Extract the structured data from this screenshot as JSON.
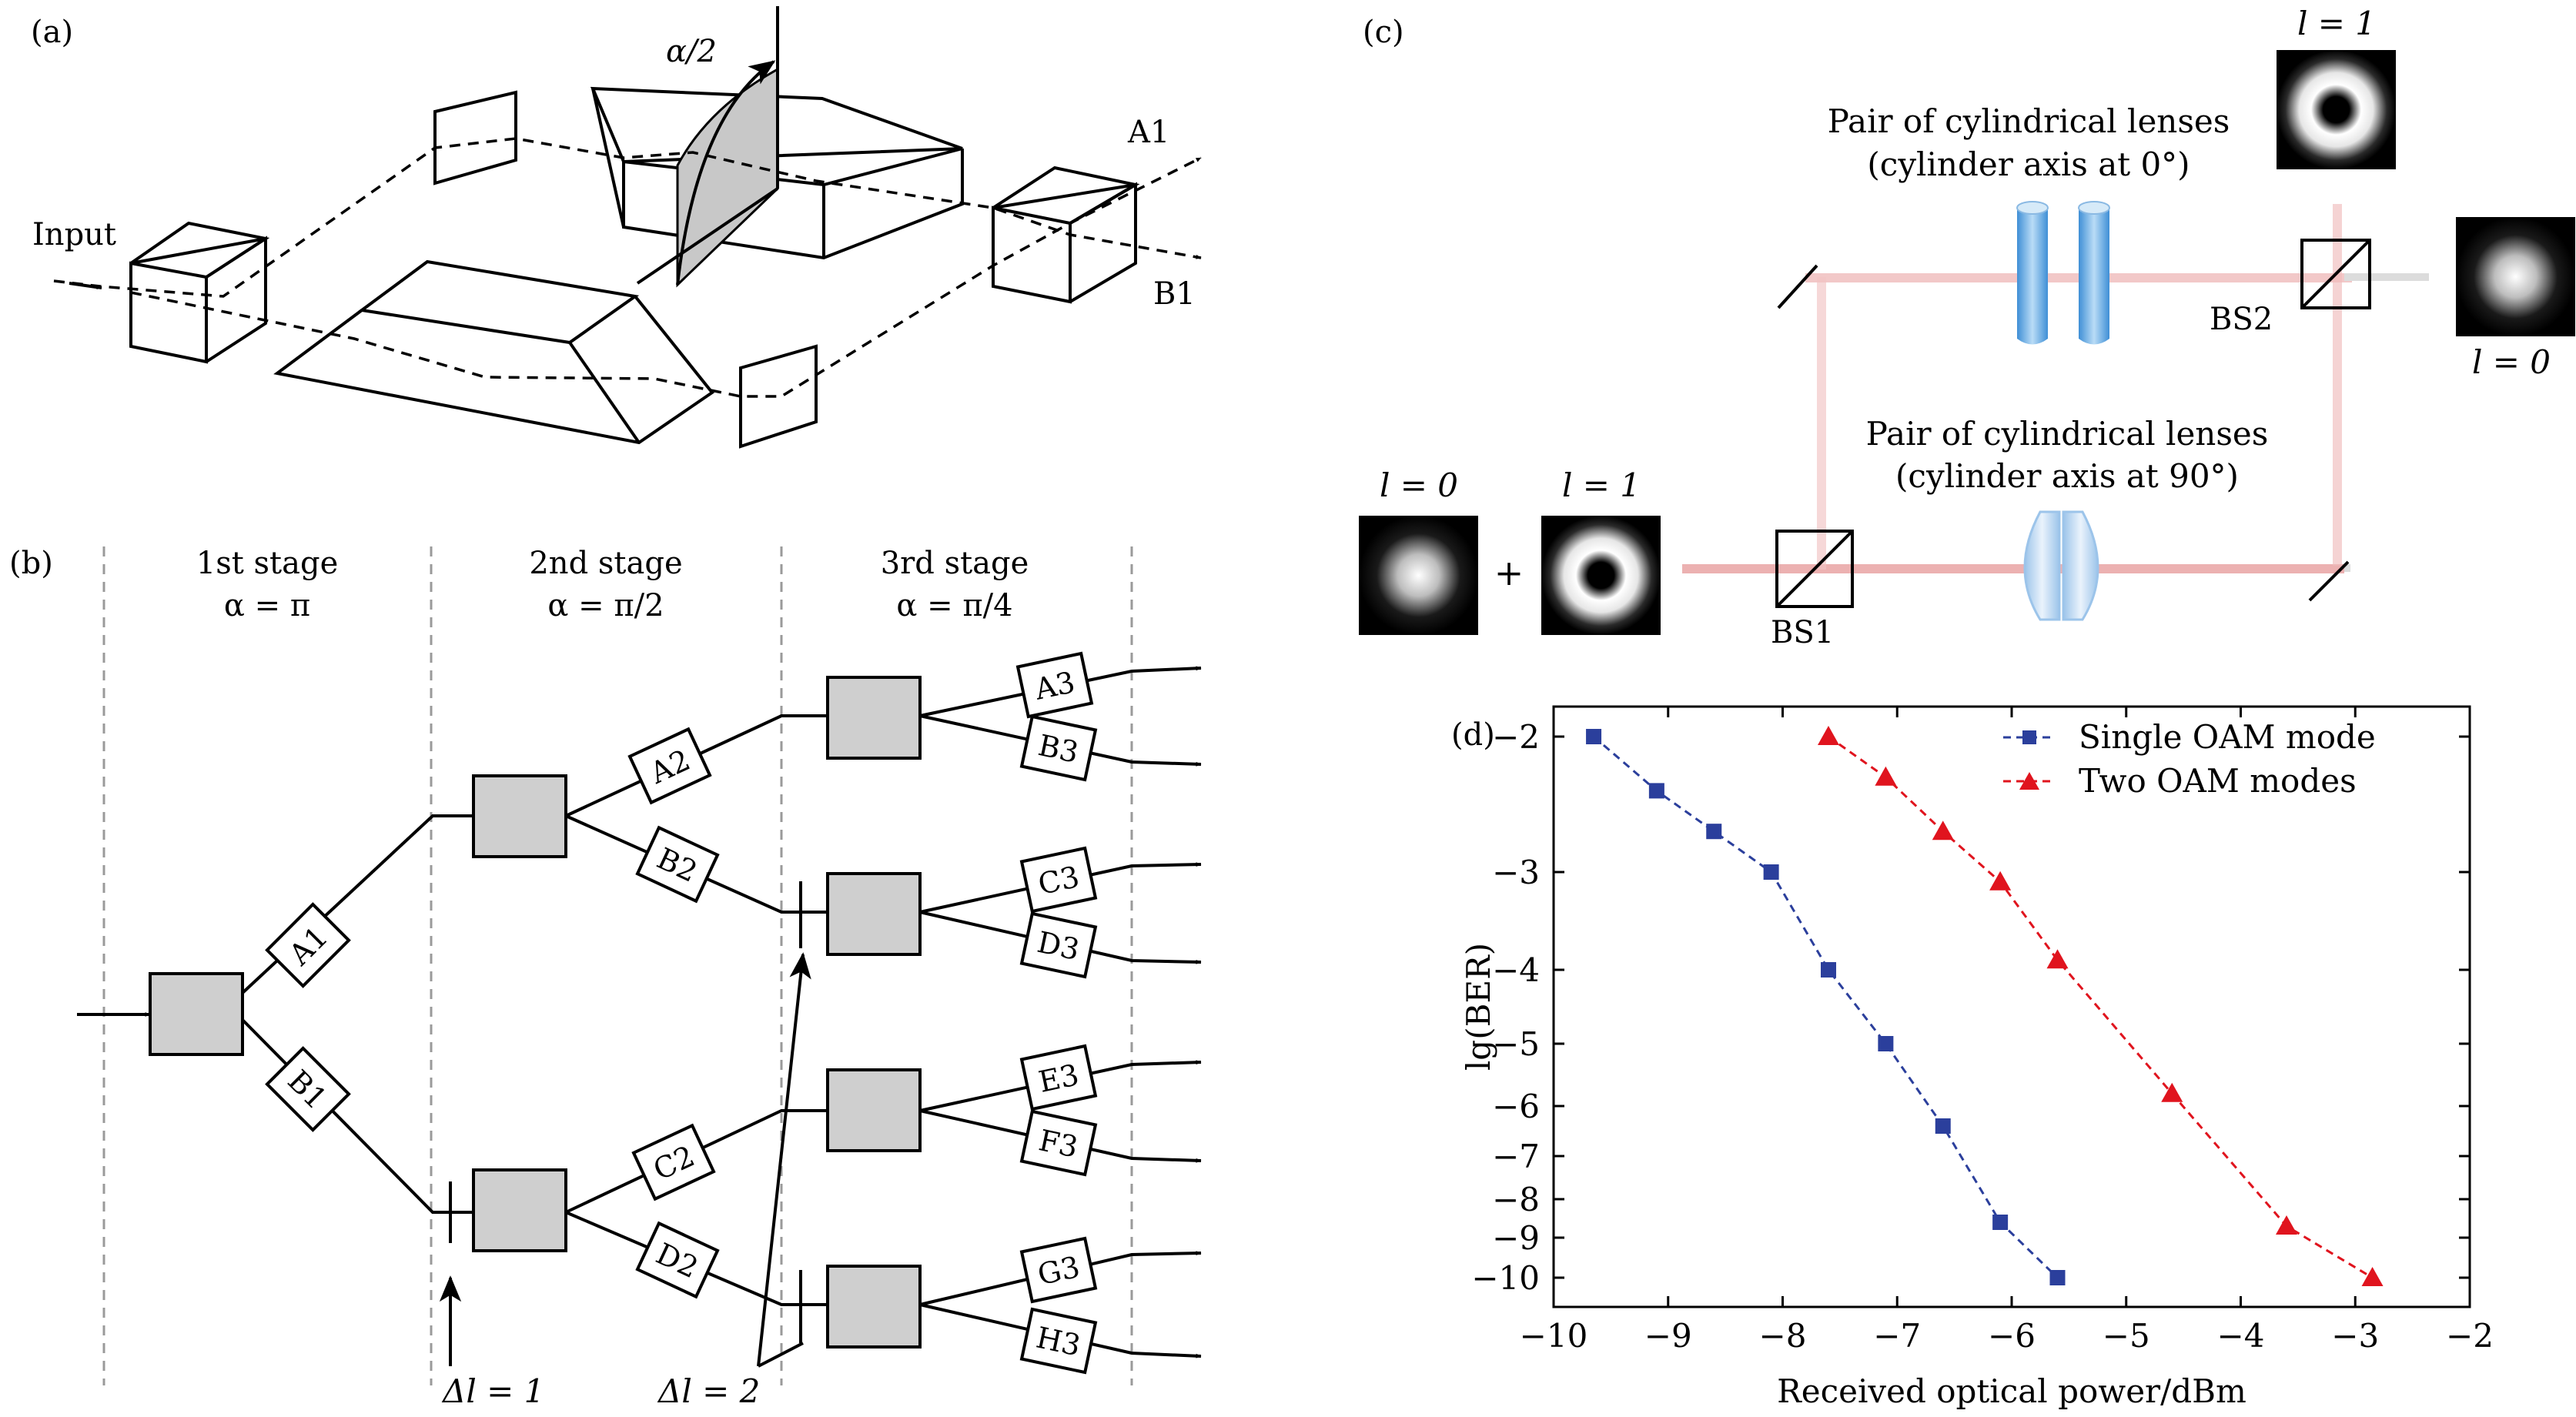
{
  "panel_a": {
    "label": "(a)",
    "input_label": "Input",
    "alpha_label": "α/2",
    "output_a": "A1",
    "output_b": "B1"
  },
  "panel_b": {
    "label": "(b)",
    "stages": [
      {
        "name": "1st  stage",
        "alpha": "α = π"
      },
      {
        "name": "2nd  stage",
        "alpha": "α = π/2"
      },
      {
        "name": "3rd  stage",
        "alpha": "α = π/4"
      }
    ],
    "stage1_outputs": [
      "A1",
      "B1"
    ],
    "stage2_outputs": [
      "A2",
      "B2",
      "C2",
      "D2"
    ],
    "stage3_outputs": [
      "A3",
      "B3",
      "C3",
      "D3",
      "E3",
      "F3",
      "G3",
      "H3"
    ],
    "delta1": "Δl = 1",
    "delta2": "Δl = 2"
  },
  "panel_c": {
    "label": "(c)",
    "lens_top": [
      "Pair of cylindrical lenses",
      "(cylinder axis at 0°)"
    ],
    "lens_bottom": [
      "Pair of cylindrical lenses",
      "(cylinder axis at 90°)"
    ],
    "bs1": "BS1",
    "bs2": "BS2",
    "input_mode0": "l = 0",
    "input_mode1": "l = 1",
    "plus": "+",
    "out_top": "l = 1",
    "out_right": "l = 0"
  },
  "panel_d": {
    "label": "(d)"
  },
  "chart_data": {
    "type": "line",
    "xlabel": "Received optical power/dBm",
    "ylabel": "lg(BER)",
    "xlim": [
      -10,
      -2
    ],
    "xticks": [
      -10,
      -9,
      -8,
      -7,
      -6,
      -5,
      -4,
      -3,
      -2
    ],
    "xtick_labels": [
      "−10",
      "−9",
      "−8",
      "−7",
      "−6",
      "−5",
      "−4",
      "−3",
      "−2"
    ],
    "yticks": [
      -2,
      -3,
      -4,
      -5,
      -6,
      -7,
      -8,
      -9,
      -10
    ],
    "ytick_labels": [
      "−2",
      "−3",
      "−4",
      "−5",
      "−6",
      "−7",
      "−8",
      "−9",
      "−10"
    ],
    "y_scale": "nonlinear (axis ticks unevenly spaced)",
    "legend_position": "top-right",
    "series": [
      {
        "name": "Single OAM mode",
        "color": "#2b3f9c",
        "marker": "square",
        "x": [
          -9.65,
          -9.1,
          -8.6,
          -8.1,
          -7.6,
          -7.1,
          -6.6,
          -6.1,
          -5.6
        ],
        "y": [
          -2.0,
          -2.4,
          -2.7,
          -3.0,
          -4.0,
          -5.0,
          -6.4,
          -8.6,
          -10.0
        ]
      },
      {
        "name": "Two OAM modes",
        "color": "#e0141e",
        "marker": "triangle",
        "x": [
          -7.6,
          -7.1,
          -6.6,
          -6.1,
          -5.6,
          -4.6,
          -3.6,
          -2.85
        ],
        "y": [
          -2.0,
          -2.3,
          -2.7,
          -3.1,
          -3.9,
          -5.8,
          -8.7,
          -10.0
        ]
      }
    ]
  }
}
